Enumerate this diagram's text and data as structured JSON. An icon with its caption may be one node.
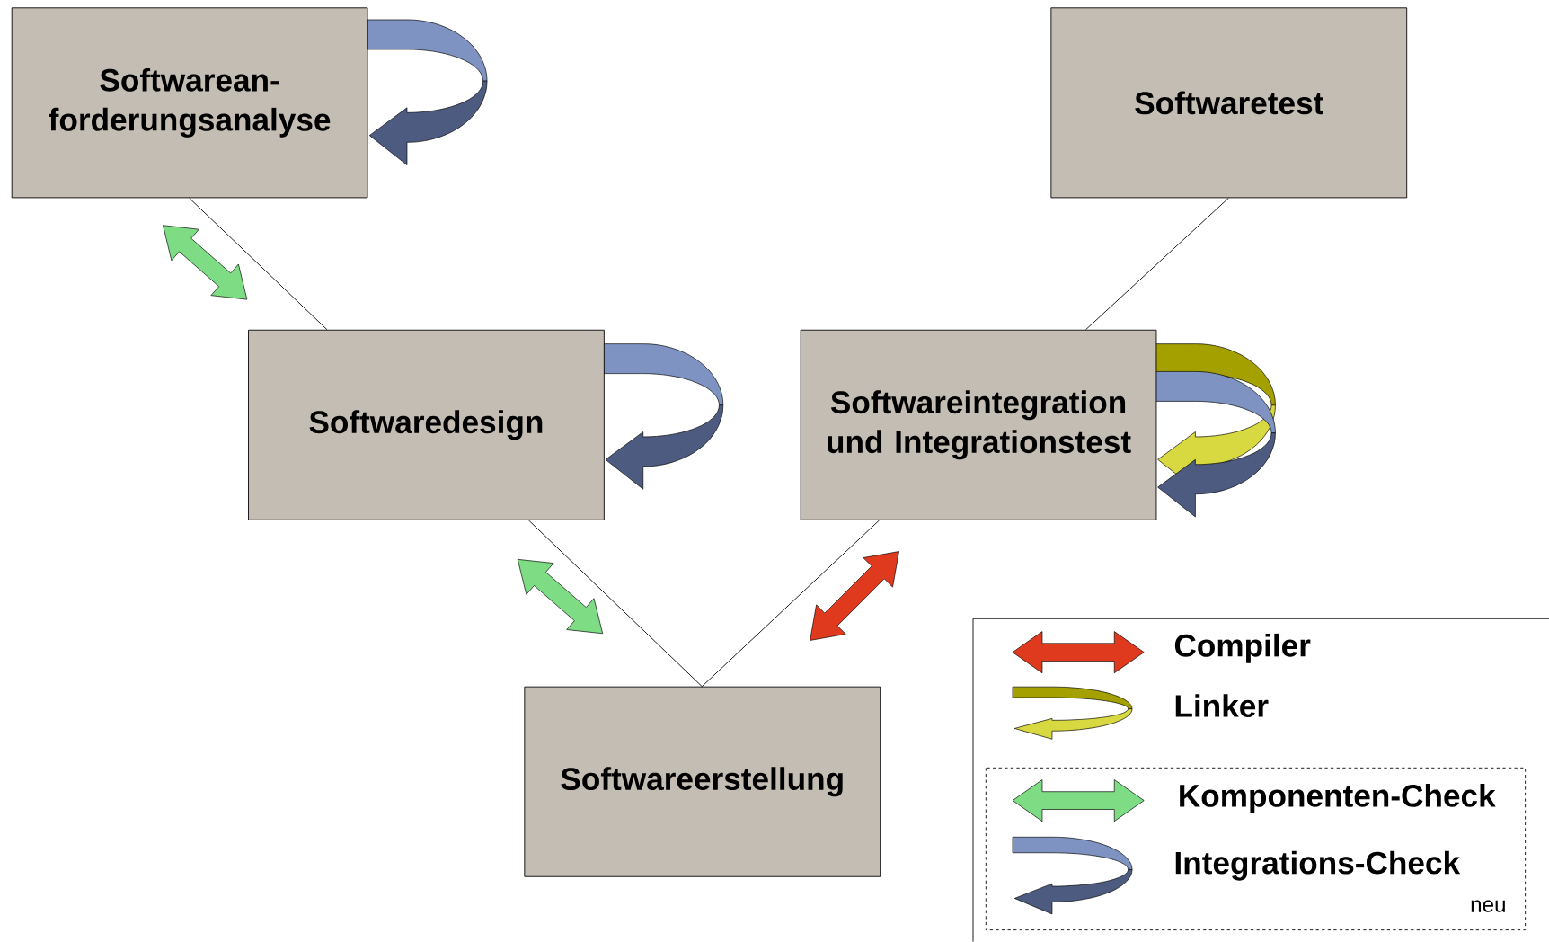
{
  "diagram": {
    "nodes": [
      {
        "text": [
          "Softwarean- forderungsanalyse"
        ]
      },
      {
        "text": [
          "Softwaredesign"
        ]
      },
      {
        "text": [
          "Softwareintegration und Integrationstest"
        ]
      },
      {
        "text": [
          "Softwareerstellung"
        ]
      },
      {
        "text": [
          "Softwaretest"
        ]
      }
    ],
    "edges": [
      {
        "from": 0,
        "to": 1,
        "arrow": "none"
      },
      {
        "from": 1,
        "to": 3,
        "arrow": "none"
      },
      {
        "from": 3,
        "to": 2,
        "arrow": "none"
      },
      {
        "from": 2,
        "to": 4,
        "arrow": "none"
      },
      {
        "from": 0,
        "to": 1,
        "arrow": "both",
        "style": "thick",
        "color": "#7ddc84"
      },
      {
        "from": 1,
        "to": 3,
        "arrow": "both",
        "style": "thick",
        "color": "#7ddc84"
      },
      {
        "from": 3,
        "to": 2,
        "arrow": "both",
        "style": "thick",
        "color": "#e03a1e"
      }
    ],
    "labels": [
      "neu"
    ],
    "legend": [
      {
        "text": "Compiler"
      },
      {
        "text": "Linker"
      },
      {
        "text": "Komponenten-Check"
      },
      {
        "text": "Integrations-Check"
      }
    ]
  }
}
